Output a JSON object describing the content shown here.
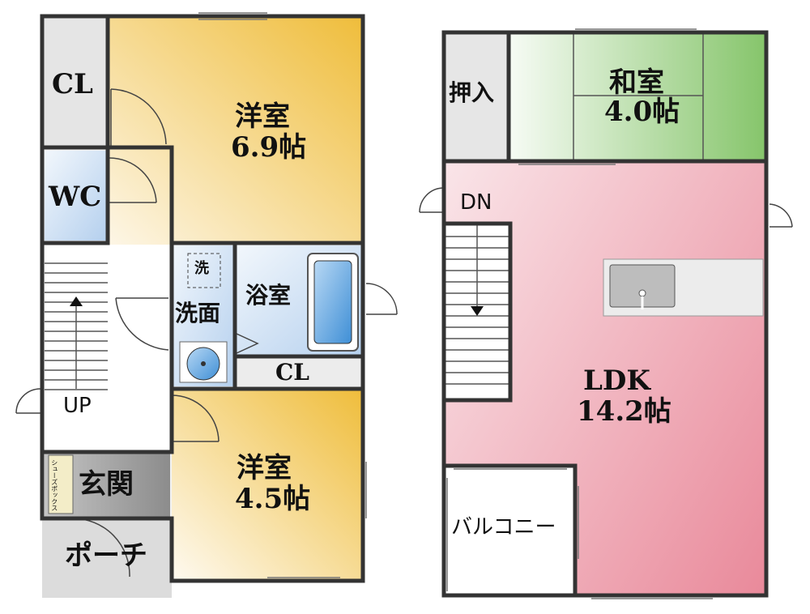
{
  "rooms": {
    "cl_top": "CL",
    "wc": "WC",
    "youshitsu_upper": {
      "name": "洋室",
      "size": "6.9帖"
    },
    "senmen": "洗面",
    "sentaku": "洗",
    "yokushitsu": "浴室",
    "cl_bath": "CL",
    "stairs_up": "UP",
    "shoes_box": "シューズボックス",
    "genkan": "玄関",
    "porch": "ポーチ",
    "youshitsu_lower": {
      "name": "洋室",
      "size": "4.5帖"
    },
    "oshiire": "押入",
    "washitsu": {
      "name": "和室",
      "size": "4.0帖"
    },
    "stairs_down": "DN",
    "ldk": {
      "name": "LDK",
      "size": "14.2帖"
    },
    "balcony": "バルコニー"
  },
  "colors": {
    "youshitsu_gradient": [
      "#fdf6e6",
      "#efbd3b"
    ],
    "washitsu_gradient": [
      "#f4faf2",
      "#86c56b"
    ],
    "ldk_gradient": [
      "#fbeff2",
      "#e9899a"
    ],
    "bath_blue": [
      "#e9f2fb",
      "#b9d4f1"
    ],
    "gray_storage": "#e3e3e3",
    "wall": "#333333"
  }
}
